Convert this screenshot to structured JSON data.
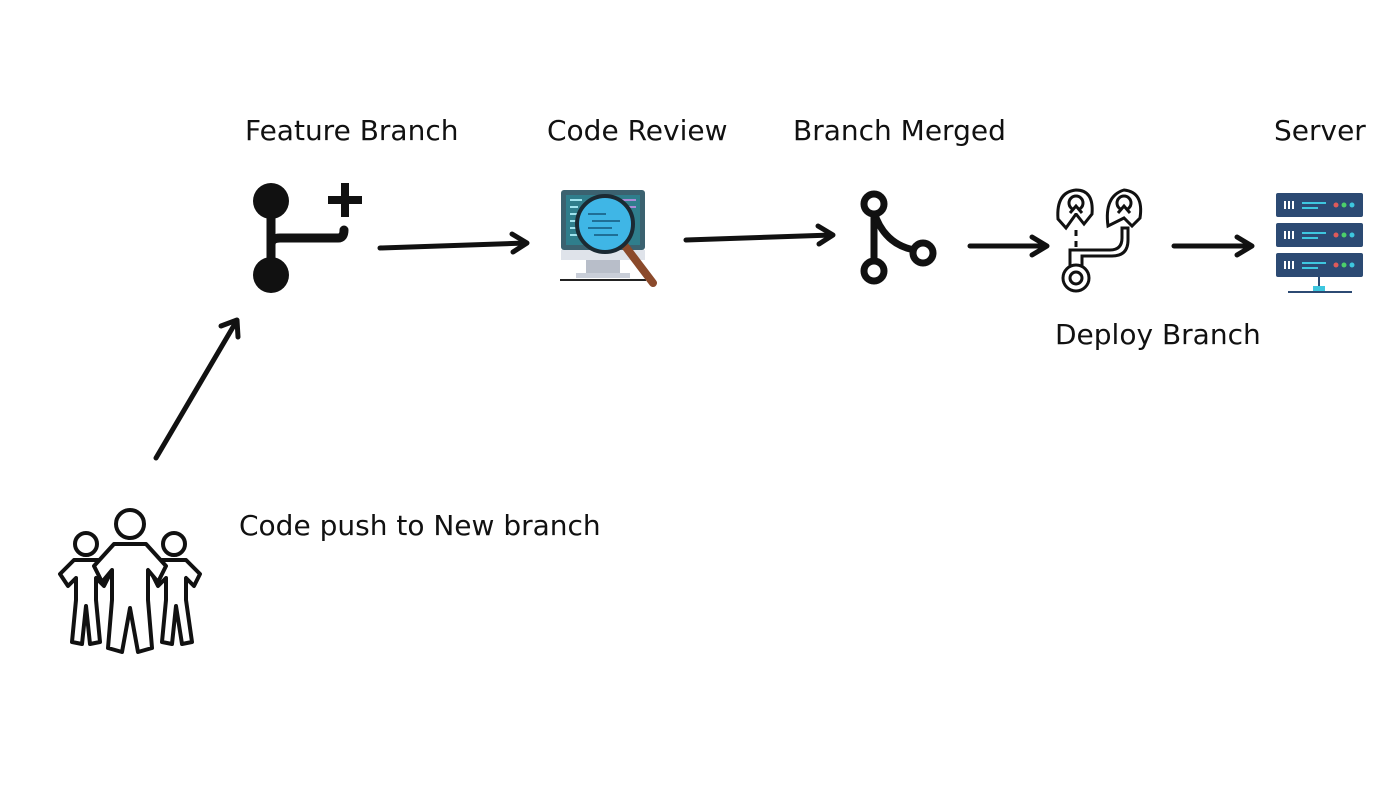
{
  "diagram": {
    "nodes": [
      {
        "id": "team",
        "label": "",
        "icon": "team-icon"
      },
      {
        "id": "feature",
        "label": "Feature Branch",
        "icon": "git-branch-plus-icon"
      },
      {
        "id": "review",
        "label": "Code Review",
        "icon": "code-review-magnifier-icon"
      },
      {
        "id": "merged",
        "label": "Branch Merged",
        "icon": "git-merge-icon"
      },
      {
        "id": "deploy",
        "label": "Deploy Branch",
        "icon": "deploy-branch-icon"
      },
      {
        "id": "server",
        "label": "Server",
        "icon": "server-rack-icon"
      }
    ],
    "edges": [
      {
        "from": "team",
        "to": "feature",
        "label": "Code push to New branch"
      },
      {
        "from": "feature",
        "to": "review",
        "label": ""
      },
      {
        "from": "review",
        "to": "merged",
        "label": ""
      },
      {
        "from": "merged",
        "to": "deploy",
        "label": ""
      },
      {
        "from": "deploy",
        "to": "server",
        "label": ""
      }
    ]
  },
  "colors": {
    "ink": "#111111",
    "monitor_screen": "#2f7e8c",
    "monitor_bezel": "#3b6270",
    "monitor_stand": "#c9ced8",
    "lens": "#3fb6e6",
    "handle": "#8b4a2b",
    "server_panel": "#2c4a73",
    "server_accent": "#3ec7df"
  }
}
